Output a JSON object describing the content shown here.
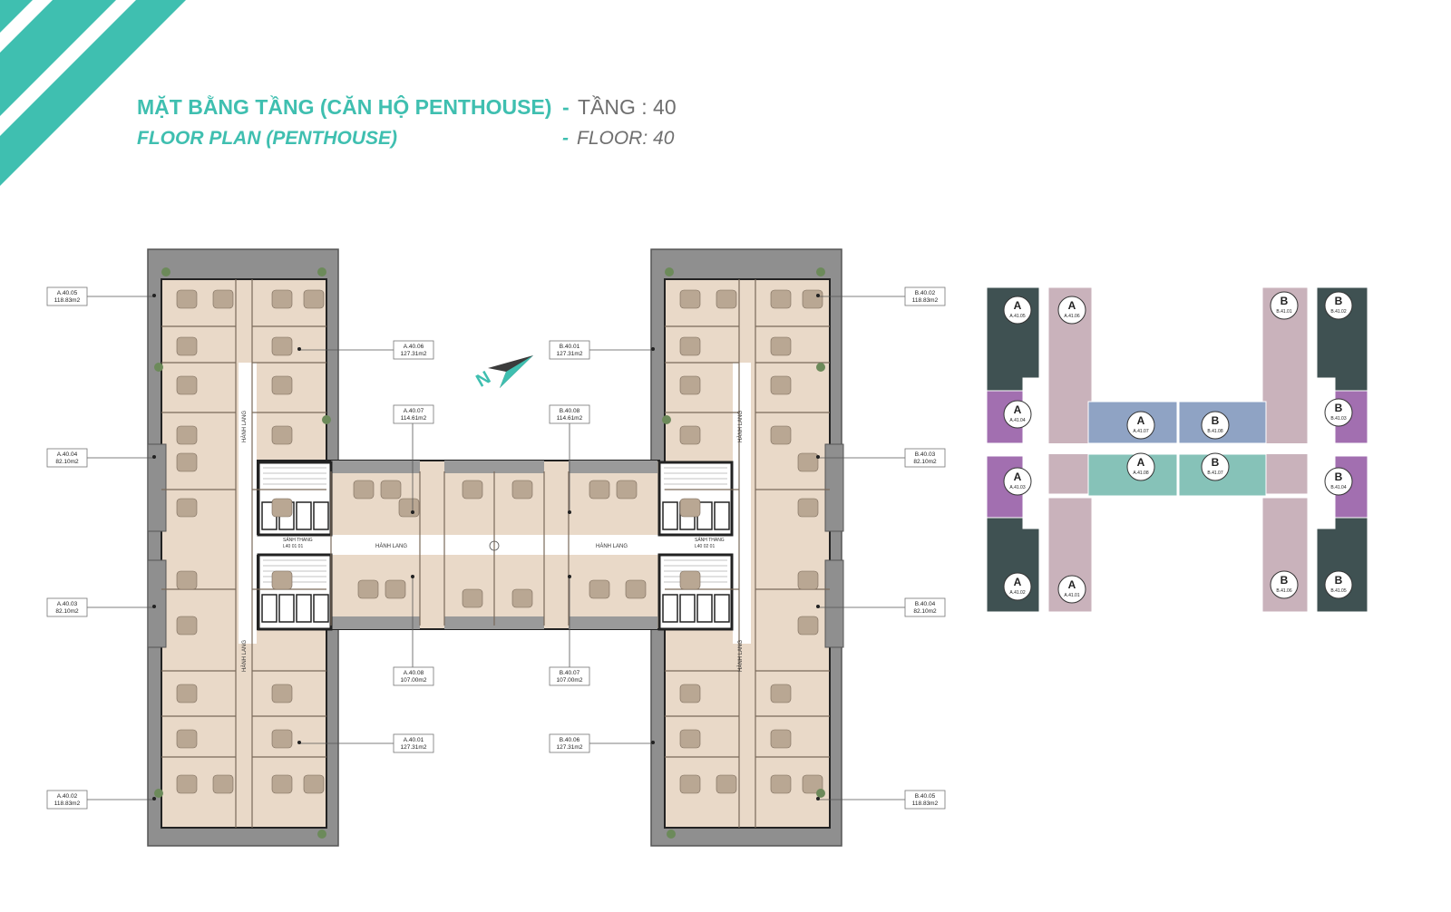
{
  "title": {
    "vi_main": "MẶT BẰNG TẦNG (CĂN HỘ PENTHOUSE)",
    "vi_sep": "-",
    "vi_floor": "TẦNG : 40",
    "en_main": "FLOOR PLAN (PENTHOUSE)",
    "en_sep": "-",
    "en_floor": "FLOOR: 40"
  },
  "colors": {
    "accent": "#3fbfb0",
    "apartment_floor": "#e9d9c8",
    "terrace": "#8f8f8f",
    "wall": "#222222",
    "key_dark": "#3f5152",
    "key_pink": "#c9b2bb",
    "key_purple": "#a26fb0",
    "key_blue": "#8fa3c4",
    "key_teal": "#86c2b8"
  },
  "units": [
    {
      "code": "A.40.05",
      "area": "118.83m2"
    },
    {
      "code": "A.40.06",
      "area": "127.31m2"
    },
    {
      "code": "A.40.04",
      "area": "82.10m2"
    },
    {
      "code": "A.40.07",
      "area": "114.61m2"
    },
    {
      "code": "A.40.03",
      "area": "82.10m2"
    },
    {
      "code": "A.40.08",
      "area": "107.00m2"
    },
    {
      "code": "A.40.02",
      "area": "118.83m2"
    },
    {
      "code": "A.40.01",
      "area": "127.31m2"
    },
    {
      "code": "B.40.02",
      "area": "118.83m2"
    },
    {
      "code": "B.40.01",
      "area": "127.31m2"
    },
    {
      "code": "B.40.03",
      "area": "82.10m2"
    },
    {
      "code": "B.40.08",
      "area": "114.61m2"
    },
    {
      "code": "B.40.04",
      "area": "82.10m2"
    },
    {
      "code": "B.40.07",
      "area": "107.00m2"
    },
    {
      "code": "B.40.05",
      "area": "118.83m2"
    },
    {
      "code": "B.40.06",
      "area": "127.31m2"
    }
  ],
  "plan_labels": {
    "corridor": "HÀNH LANG",
    "lobby_a_1": "SẢNH THANG",
    "lobby_a_2": "L40 01 01",
    "lobby_b_1": "SẢNH THANG",
    "lobby_b_2": "L40 02 01"
  },
  "keyplan": [
    {
      "letter": "A",
      "code": "A.41.05"
    },
    {
      "letter": "A",
      "code": "A.41.06"
    },
    {
      "letter": "A",
      "code": "A.41.04"
    },
    {
      "letter": "A",
      "code": "A.41.03"
    },
    {
      "letter": "A",
      "code": "A.41.02"
    },
    {
      "letter": "A",
      "code": "A.41.01"
    },
    {
      "letter": "A",
      "code": "A.41.07"
    },
    {
      "letter": "A",
      "code": "A.41.08"
    },
    {
      "letter": "B",
      "code": "B.41.08"
    },
    {
      "letter": "B",
      "code": "B.41.07"
    },
    {
      "letter": "B",
      "code": "B.41.01"
    },
    {
      "letter": "B",
      "code": "B.41.02"
    },
    {
      "letter": "B",
      "code": "B.41.03"
    },
    {
      "letter": "B",
      "code": "B.41.04"
    },
    {
      "letter": "B",
      "code": "B.41.06"
    },
    {
      "letter": "B",
      "code": "B.41.05"
    }
  ]
}
